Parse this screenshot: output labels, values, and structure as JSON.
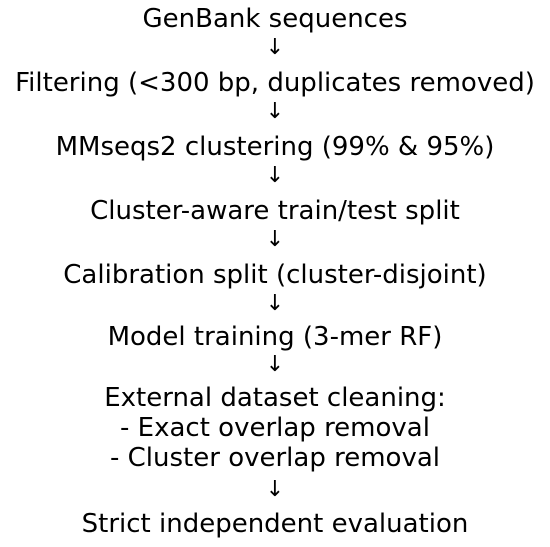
{
  "steps": [
    {
      "label": "GenBank sequences"
    },
    {
      "label": "Filtering (<300 bp, duplicates removed)"
    },
    {
      "label": "MMseqs2 clustering (99% & 95%)"
    },
    {
      "label": "Cluster-aware train/test split"
    },
    {
      "label": "Calibration split (cluster-disjoint)"
    },
    {
      "label": "Model training (3-mer RF)"
    },
    {
      "label": "External dataset cleaning:",
      "sub": [
        "- Exact overlap removal",
        "- Cluster overlap removal"
      ]
    },
    {
      "label": "Strict independent evaluation"
    }
  ],
  "arrow_glyph": "↓"
}
